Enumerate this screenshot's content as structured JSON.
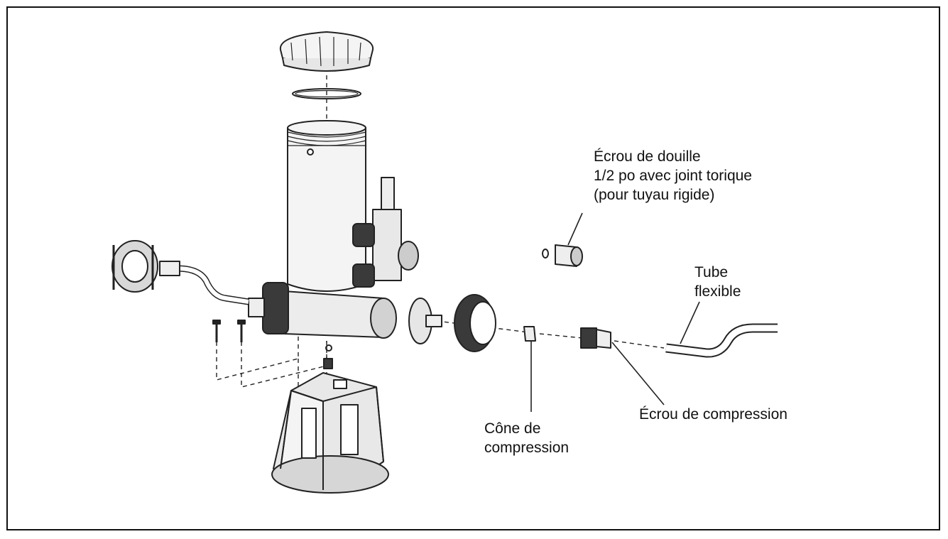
{
  "labels": {
    "bushing_nut": {
      "line1": "Écrou de douille",
      "line2": "1/2 po avec joint torique",
      "line3": "(pour tuyau rigide)"
    },
    "flexible_tube": {
      "line1": "Tube",
      "line2": "flexible"
    },
    "compression_cone": {
      "line1": "Cône de",
      "line2": "compression"
    },
    "compression_nut": "Écrou de compression"
  },
  "colors": {
    "line": "#222222",
    "fill_light": "#f4f4f4",
    "fill_mid": "#d2d2d2",
    "fill_dark": "#3a3a3a"
  }
}
